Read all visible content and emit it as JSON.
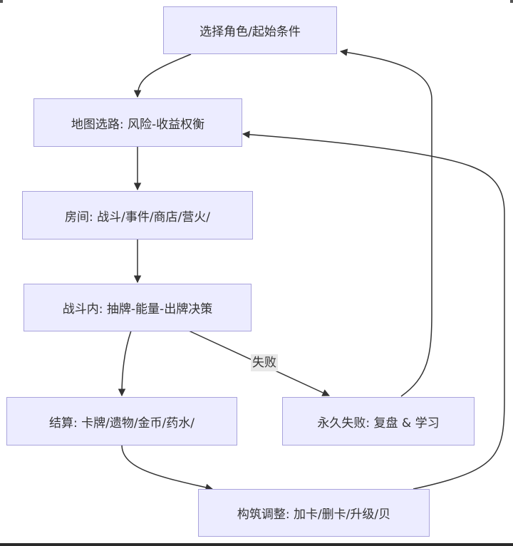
{
  "diagram": {
    "type": "flowchart",
    "colors": {
      "node_fill": "#ececff",
      "node_border": "#a9a3dc",
      "edge": "#333333",
      "label_bg": "#e8e8e8",
      "text": "#333333"
    },
    "nodes": {
      "start": {
        "label": "选择角色/起始条件"
      },
      "map": {
        "label": "地图选路: 风险-收益权衡"
      },
      "room": {
        "label": "房间: 战斗/事件/商店/营火/"
      },
      "combat": {
        "label": "战斗内: 抽牌-能量-出牌决策"
      },
      "reward": {
        "label": "结算: 卡牌/遗物/金币/药水/"
      },
      "fail": {
        "label": "永久失败: 复盘 & 学习"
      },
      "build": {
        "label": "构筑调整: 加卡/删卡/升级/贝"
      }
    },
    "edges": [
      {
        "from": "start",
        "to": "map",
        "label": ""
      },
      {
        "from": "map",
        "to": "room",
        "label": ""
      },
      {
        "from": "room",
        "to": "combat",
        "label": ""
      },
      {
        "from": "combat",
        "to": "reward",
        "label": ""
      },
      {
        "from": "combat",
        "to": "fail",
        "label": "失败"
      },
      {
        "from": "fail",
        "to": "start",
        "label": ""
      },
      {
        "from": "reward",
        "to": "build",
        "label": ""
      },
      {
        "from": "build",
        "to": "map",
        "label": ""
      }
    ]
  }
}
